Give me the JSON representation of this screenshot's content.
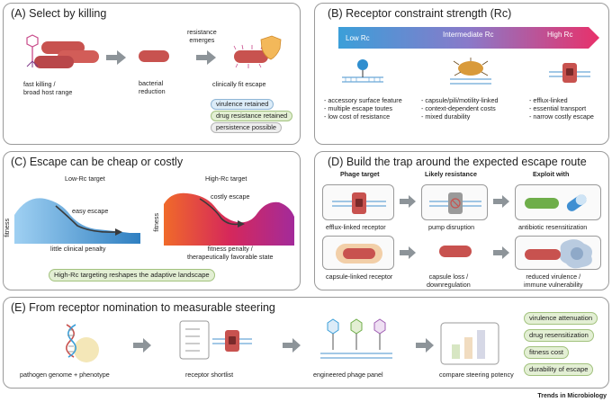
{
  "panelA": {
    "title": "(A) Select by killing",
    "label_fast": "fast killing /\nbroad host range",
    "label_reduction": "bacterial\nreduction",
    "label_emerges": "resistance\nemerges",
    "label_escape": "clinically fit escape",
    "pills": [
      "virulence retained",
      "drug resistance retained",
      "persistence possible"
    ]
  },
  "panelB": {
    "title": "(B) Receptor constraint strength (Rc)",
    "bar_low": "Low Rc",
    "bar_mid": "Intermediate Rc",
    "bar_high": "High Rc",
    "col1": [
      "- accessory surface feature",
      "- multiple escape toutes",
      "- low cost of resistance"
    ],
    "col2": [
      "- capsule/pili/motility-linked",
      "- context-dependent costs",
      "- mixed durability"
    ],
    "col3": [
      "- efflux-linked",
      "- essential transport",
      "- narrow costly escape"
    ]
  },
  "panelC": {
    "title": "(C) Escape can be cheap or costly",
    "low_title": "Low-Rc target",
    "low_escape": "easy escape",
    "low_penalty": "little clinical penalty",
    "high_title": "High-Rc target",
    "high_escape": "costly escape",
    "high_penalty": "fitness penalty /\ntherapeutically favorable state",
    "ylabel": "fitness",
    "footer": "High-Rc targeting reshapes the adaptive landscape"
  },
  "panelD": {
    "title": "(D) Build the trap around the expected escape route",
    "head1": "Phage target",
    "head2": "Likely resistance",
    "head3": "Exploit with",
    "row1": [
      "efflux-linked receptor",
      "pump disruption",
      "antibiotic resensitization"
    ],
    "row2": [
      "capsule-linked receptor",
      "capsule loss /\ndownregulation",
      "reduced virulence /\nimmune vulnerability"
    ]
  },
  "panelE": {
    "title": "(E) From receptor nomination to measurable steering",
    "step1": "pathogen genome + phenotype",
    "step2": "receptor shortlist",
    "step3": "engineered phage panel",
    "step4": "compare steering potency",
    "pills": [
      "virulence attenuation",
      "drug resensitization",
      "fitness cost",
      "durability of escape"
    ]
  },
  "footer": {
    "brand": "Trends in Microbiology"
  },
  "colors": {
    "bacteria": "#c8524f",
    "arrow": "#8d9499",
    "rc_low": "#3b9fd9",
    "rc_high": "#e8316a"
  }
}
